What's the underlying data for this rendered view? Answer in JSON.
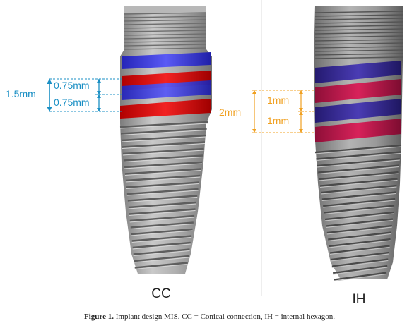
{
  "figure": {
    "caption_label": "Figure 1.",
    "caption_text": " Implant design MIS. CC = Conical connection, IH = internal hexagon."
  },
  "panels": {
    "cc": {
      "label": "CC",
      "total_dimension": "1.5mm",
      "upper_dimension": "0.75mm",
      "lower_dimension": "0.75mm",
      "annotation_color": "#1a8fc4"
    },
    "ih": {
      "label": "IH",
      "total_dimension": "2mm",
      "upper_dimension": "1mm",
      "lower_dimension": "1mm",
      "annotation_color": "#f0a020"
    }
  },
  "colors": {
    "implant_metal": "#a3a3a3",
    "thread_blue": "#4040e0",
    "thread_red": "#e01818",
    "thread_blue_ih": "#3a2f9a",
    "thread_red_ih": "#c0184a"
  }
}
